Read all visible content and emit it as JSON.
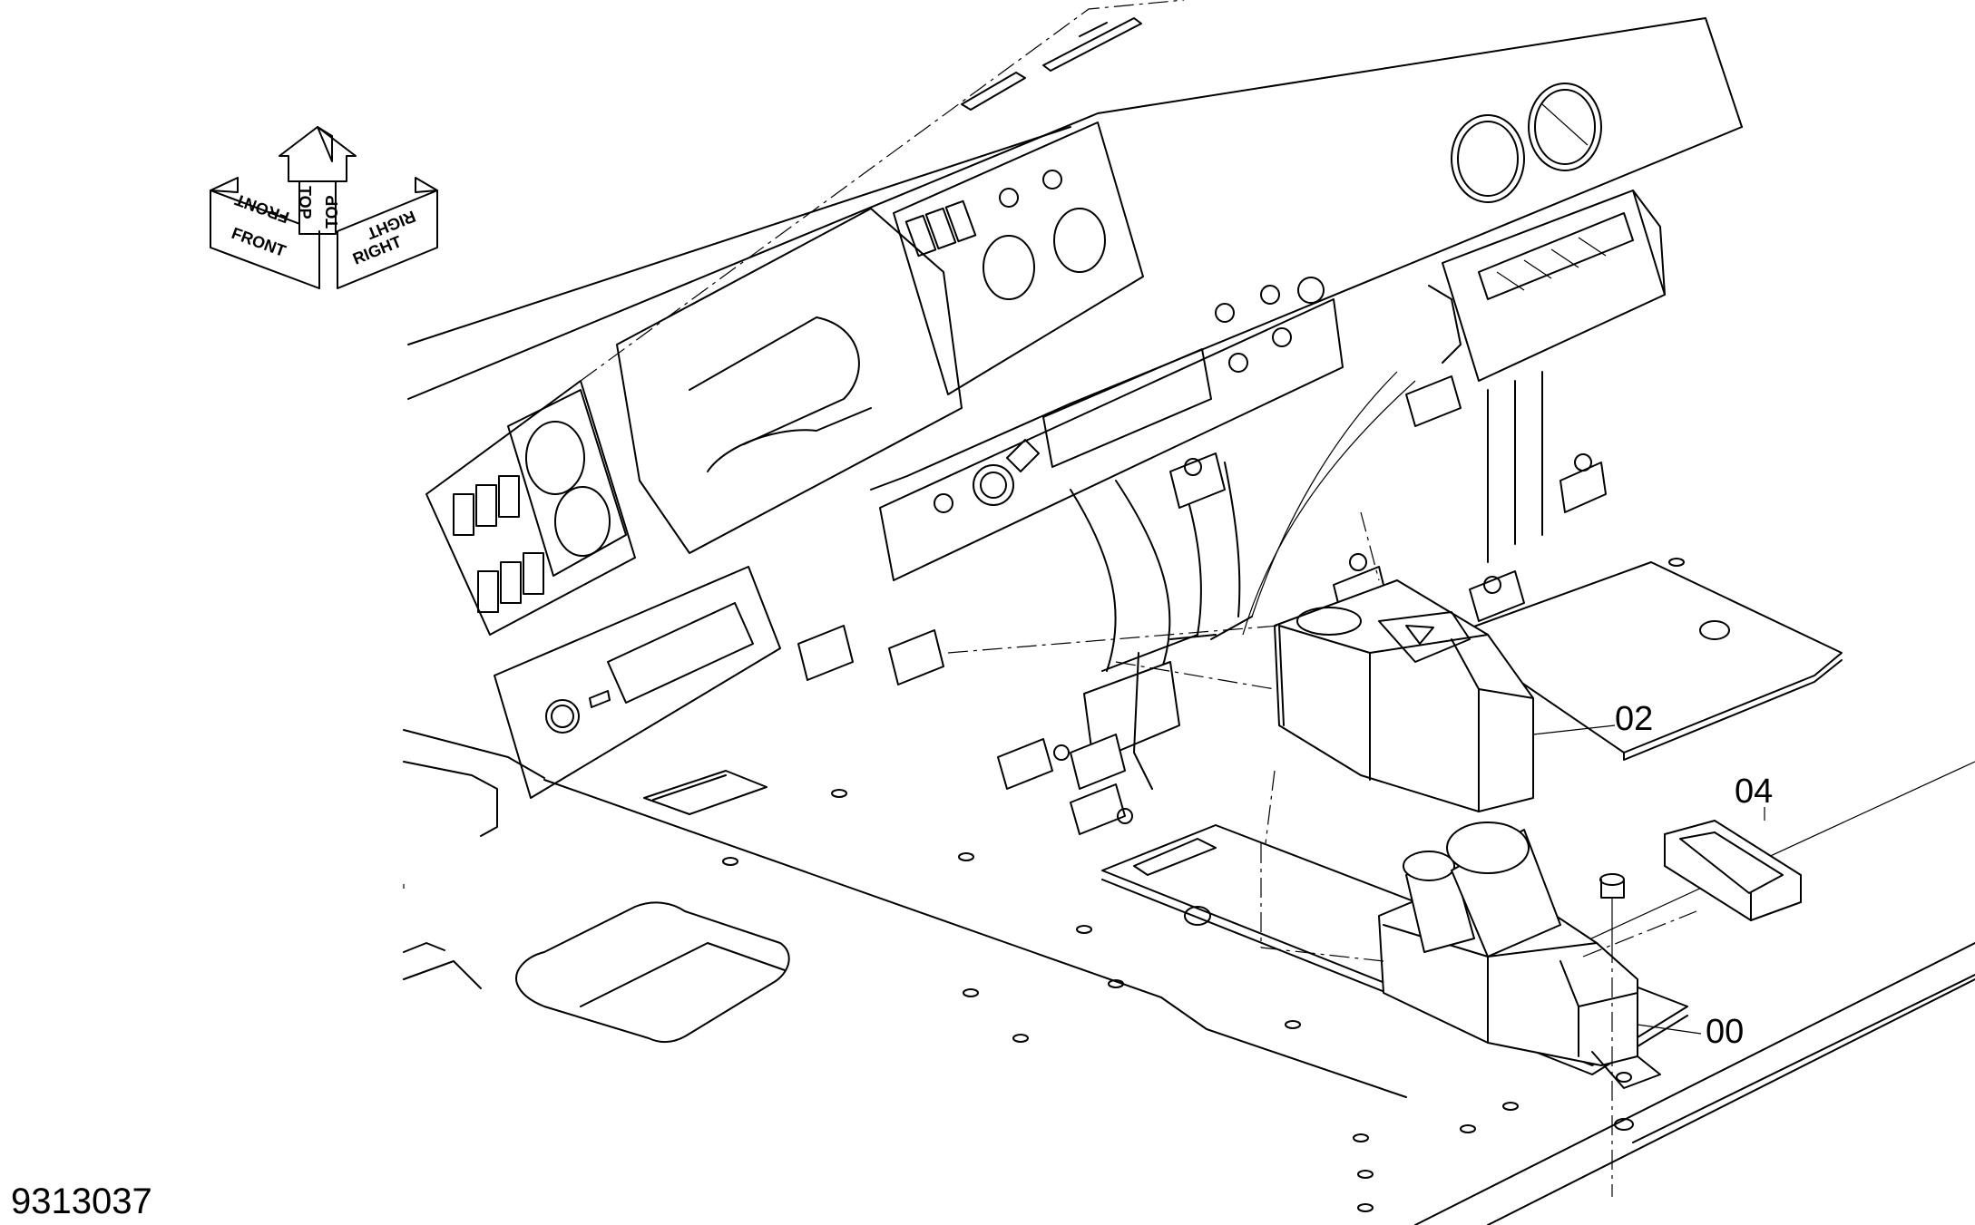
{
  "drawing_number": "9313037",
  "orientation": {
    "front": "FRONT",
    "top": "TOP",
    "right": "RIGHT"
  },
  "callouts": [
    {
      "id": "02",
      "label": "02"
    },
    {
      "id": "04",
      "label": "04"
    },
    {
      "id": "00",
      "label": "00"
    }
  ]
}
